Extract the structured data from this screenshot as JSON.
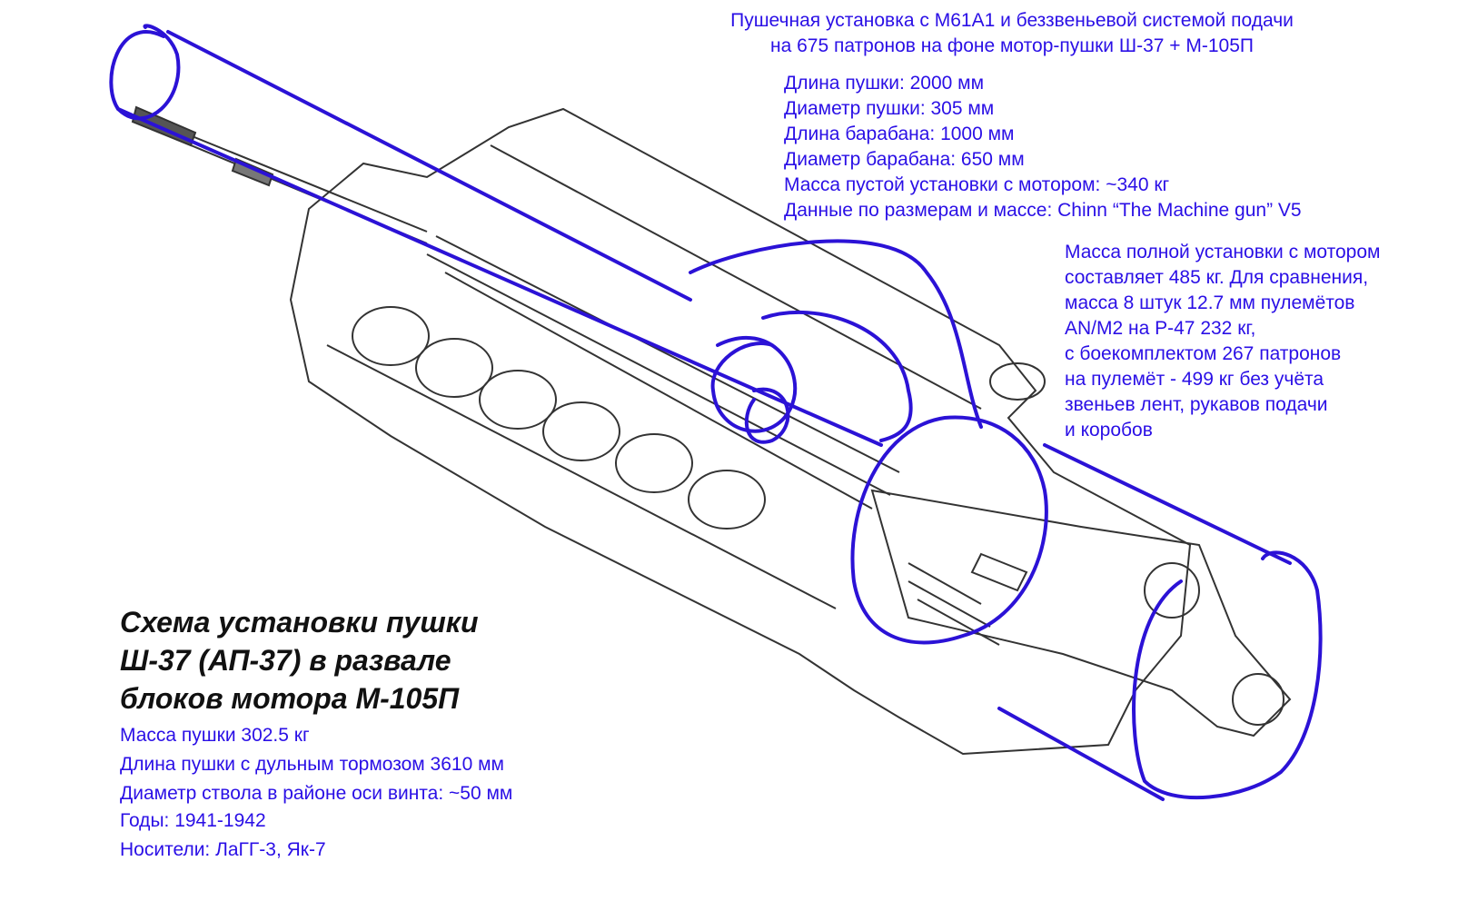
{
  "header": {
    "title_lines": [
      "Пушечная установка с M61A1 и беззвеньевой системой подачи",
      "на 675 патронов на фоне мотор-пушки Ш-37 + М-105П"
    ]
  },
  "specs": [
    "Длина пушки: 2000 мм",
    "Диаметр пушки: 305 мм",
    "Длина барабана: 1000 мм",
    "Диаметр барабана: 650 мм",
    "Масса пустой установки с мотором: ~340 кг",
    "Данные по размерам и массе: Chinn “The Machine gun” V5"
  ],
  "comparison": [
    "Масса полной установки с мотором",
    "составляет 485 кг. Для сравнения,",
    "масса 8 штук 12.7 мм пулемётов",
    "AN/M2 на P-47 232 кг,",
    "с боекомплектом 267 патронов",
    "на пулемёт - 499 кг без учёта",
    "звеньев лент, рукавов подачи",
    "и коробов"
  ],
  "caption": [
    "Схема установки пушки",
    "Ш-37 (АП-37) в развале",
    "блоков мотора М-105П"
  ],
  "sh37": [
    "Масса пушки 302.5 кг",
    "Длина пушки с дульным тормозом 3610 мм",
    "Диаметр ствола в районе оси винта: ~50 мм",
    "Годы: 1941-1942",
    "Носители: ЛаГГ-3, Як-7"
  ],
  "colors": {
    "annotation": "#2a0fe6",
    "outline": "#2b12d6",
    "ink": "#222222"
  }
}
